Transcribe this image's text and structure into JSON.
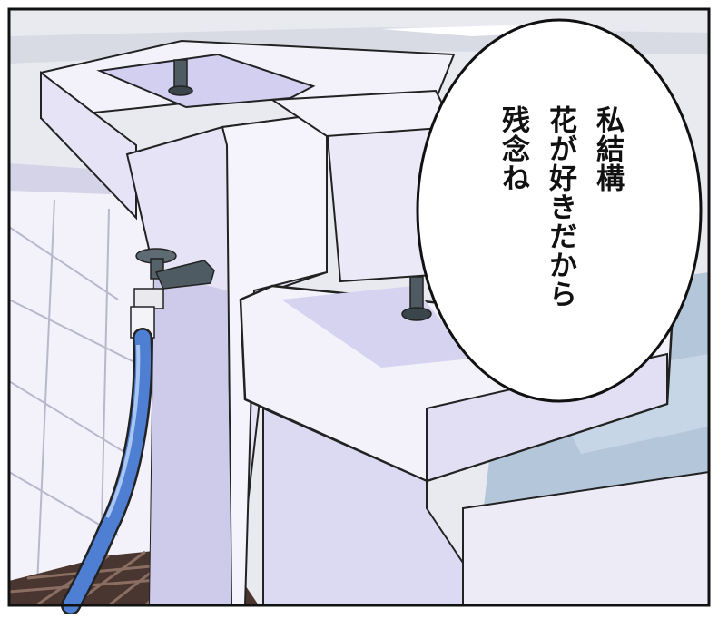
{
  "speech_bubble": {
    "lines": [
      "私結構",
      "花が好きだから",
      "残念ね"
    ]
  },
  "colors": {
    "border": "#111111",
    "sky": "#e9eaf0",
    "concrete_light": "#f3f2fb",
    "concrete_shadow": "#c9c6e8",
    "concrete_face": "#e6e3f6",
    "hose": "#4f7fd2",
    "hose_highlight": "#a9c6f2",
    "water": "#b4c6da",
    "grate": "#4a3630",
    "faucet_metal": "#4f5b63"
  },
  "icons": [
    "faucet-icon",
    "drinking-tap-icon",
    "drain-grate-icon"
  ]
}
